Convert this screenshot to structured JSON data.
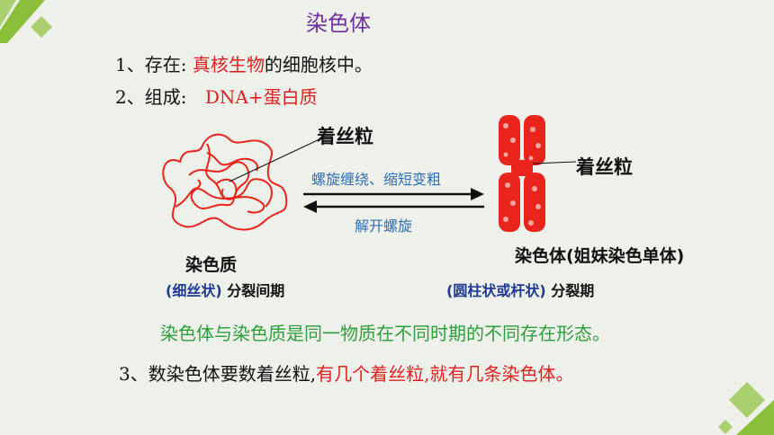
{
  "slide": {
    "title": "染色体",
    "line1": {
      "prefix": "1、存在:",
      "highlight": "真核生物",
      "suffix": "的细胞核中。"
    },
    "line2": {
      "prefix": "2、组成:",
      "highlight": "DNA+蛋白质"
    },
    "diagram": {
      "left_centromere_label": "着丝粒",
      "right_centromere_label": "着丝粒",
      "forward_arrow_label": "螺旋缠绕、缩短变粗",
      "backward_arrow_label": "解开螺旋",
      "chromatin_label": "染色质",
      "chromatin_shape": "(细丝状)",
      "chromatin_phase": "分裂间期",
      "chromosome_label": "染色体(姐妹染色单体)",
      "chromosome_shape": "(圆柱状或杆状)",
      "chromosome_phase": "分裂期"
    },
    "statement": "染色体与染色质是同一物质在不同时期的不同存在形态。",
    "line3": {
      "prefix": "3、数染色体要数着丝粒,",
      "highlight": "有几个着丝粒,就有几条染色体。"
    }
  },
  "colors": {
    "title": "#7030a0",
    "highlight": "#e02020",
    "statement": "#2e9e3a",
    "arrow_label": "#2e6fb5",
    "shape_label": "#1f3a93",
    "corner_decoration": "#8bbf3a"
  }
}
